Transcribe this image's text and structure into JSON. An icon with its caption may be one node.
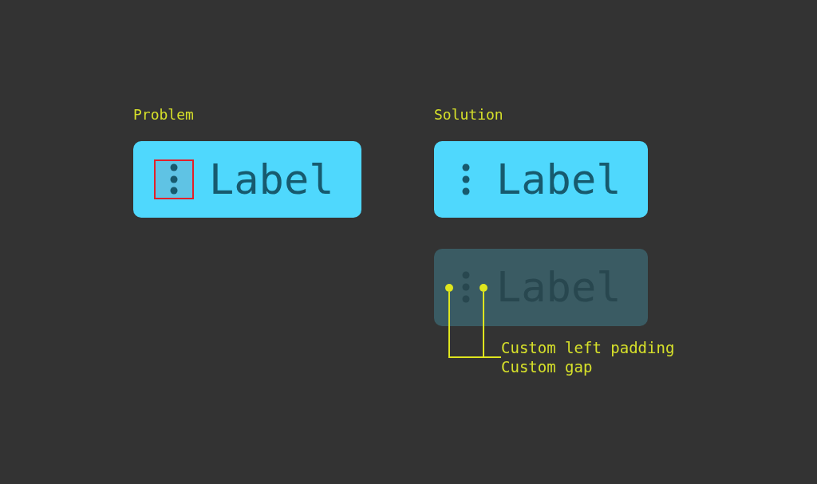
{
  "diagram": {
    "nodes": [
      {
        "text": [
          "Problem",
          "Label"
        ]
      },
      {
        "text": [
          "Solution",
          "Label"
        ]
      },
      {
        "text": [
          "Label"
        ]
      },
      {
        "text": [
          "Custom left padding"
        ]
      },
      {
        "text": [
          "Custom gap"
        ]
      },
      {
        "text": [],
        "shape": "circle",
        "in": 2
      },
      {
        "text": [],
        "shape": "circle",
        "in": 2
      }
    ],
    "edges": [
      {
        "from": 3,
        "to": 5,
        "arrow": "none"
      },
      {
        "from": 4,
        "to": 6,
        "arrow": "none"
      }
    ]
  }
}
